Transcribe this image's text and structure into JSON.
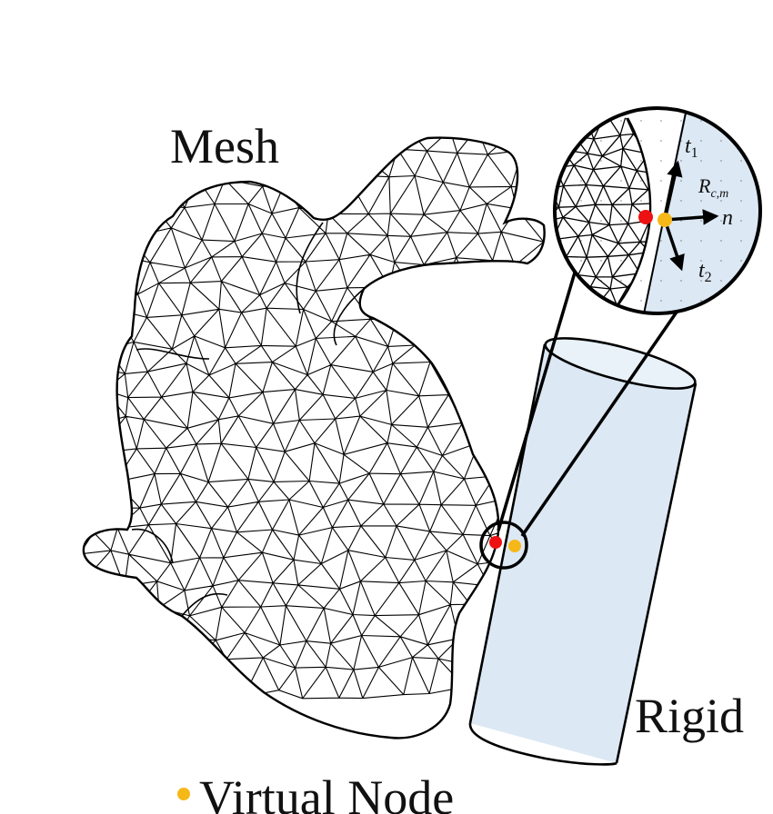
{
  "labels": {
    "mesh": "Mesh",
    "rigid": "Rigid",
    "legend_virtual_node": "Virtual Node"
  },
  "zoom_vectors": {
    "t1_base": "t",
    "t1_sub": "1",
    "t2_base": "t",
    "t2_sub": "2",
    "n": "n",
    "r_base": "R",
    "r_sub": "c,m"
  },
  "colors": {
    "mesh_node": "#ee1111",
    "virtual_node": "#f6b818",
    "rigid_fill": "#dce8f4",
    "rigid_top": "#e9f1f9",
    "line": "#000000"
  }
}
